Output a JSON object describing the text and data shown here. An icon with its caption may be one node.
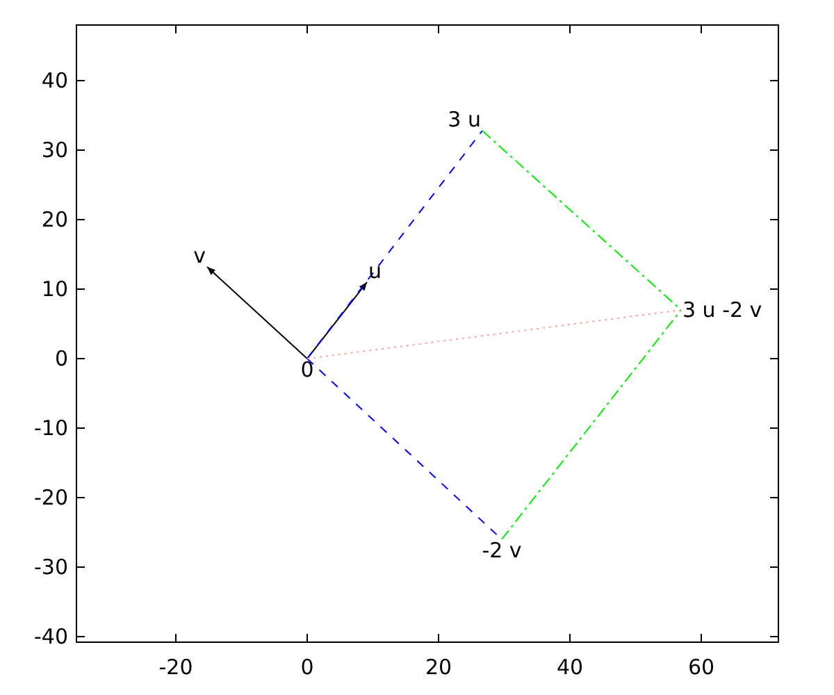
{
  "diagram": {
    "nodes": [
      {
        "text": [
          "3 u"
        ]
      },
      {
        "text": [
          "v"
        ]
      },
      {
        "text": [
          "u"
        ]
      },
      {
        "text": [
          "3 u -2 v"
        ]
      },
      {
        "text": [
          "0"
        ]
      },
      {
        "text": [
          "-2 v"
        ]
      }
    ],
    "edges": [
      {
        "from": 4,
        "to": 2,
        "arrow": "to"
      },
      {
        "from": 4,
        "to": 1,
        "arrow": "to"
      },
      {
        "from": 4,
        "to": 0,
        "arrow": "none",
        "style": "dashed",
        "color": "#0000ff"
      },
      {
        "from": 4,
        "to": 5,
        "arrow": "none",
        "style": "dashed",
        "color": "#0000ff"
      },
      {
        "from": 0,
        "to": 3,
        "arrow": "none",
        "style": "dashed",
        "color": "#00ee00"
      },
      {
        "from": 5,
        "to": 3,
        "arrow": "none",
        "style": "dashed",
        "color": "#00ee00"
      },
      {
        "from": 4,
        "to": 3,
        "arrow": "none",
        "style": "dashed",
        "color": "#ffa0a0"
      }
    ],
    "labels": [
      "40",
      "30",
      "20",
      "10",
      "0",
      "-10",
      "-20",
      "-30",
      "-40",
      "-20",
      "0",
      "20",
      "40",
      "60"
    ]
  }
}
